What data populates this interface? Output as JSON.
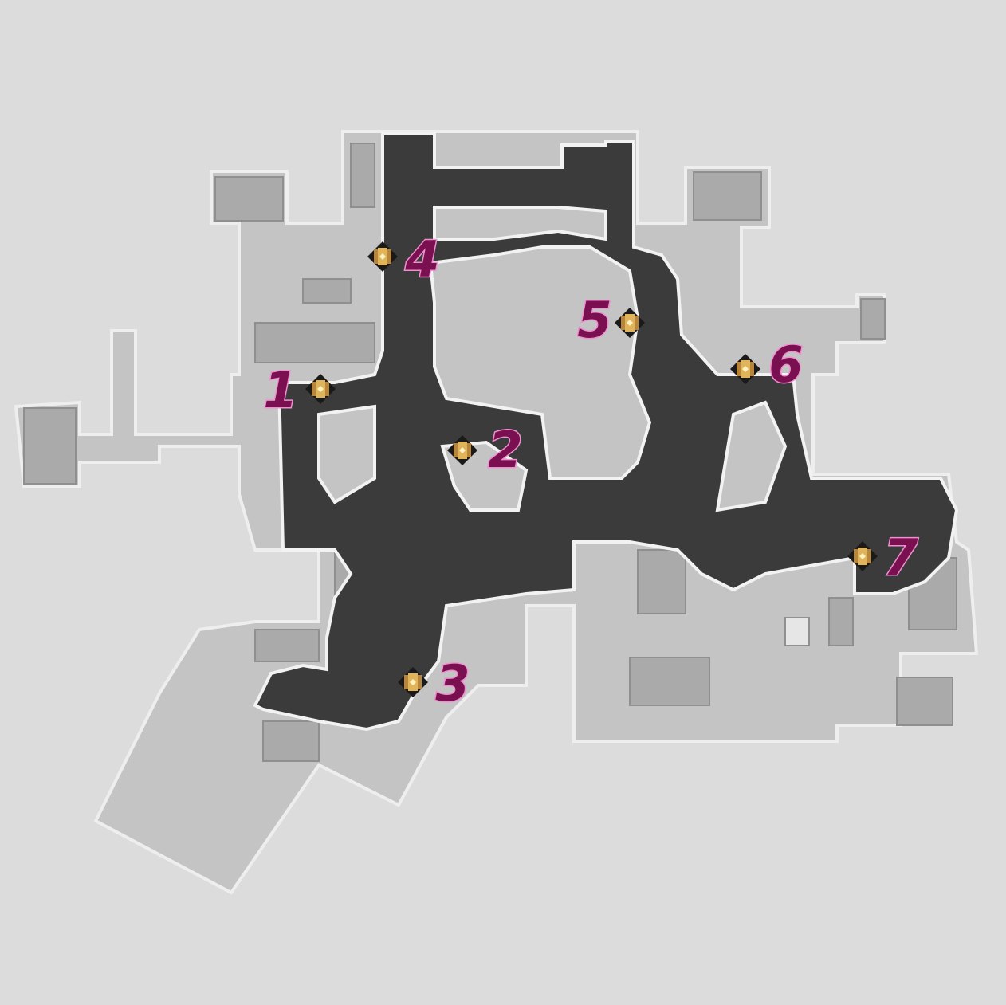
{
  "map": {
    "colors": {
      "background": "#dcdcdc",
      "building": "#c2c2c2",
      "building_outline": "#ececec",
      "path": "#3b3b3b",
      "room": "#a9a9a9",
      "label_fill": "#7a1050",
      "label_stroke": "#ee90d0"
    },
    "markers": [
      {
        "id": "1",
        "label": "1",
        "icon": "treasure-chest-icon"
      },
      {
        "id": "2",
        "label": "2",
        "icon": "treasure-chest-icon"
      },
      {
        "id": "3",
        "label": "3",
        "icon": "treasure-chest-icon"
      },
      {
        "id": "4",
        "label": "4",
        "icon": "treasure-chest-icon"
      },
      {
        "id": "5",
        "label": "5",
        "icon": "treasure-chest-icon"
      },
      {
        "id": "6",
        "label": "6",
        "icon": "treasure-chest-icon"
      },
      {
        "id": "7",
        "label": "7",
        "icon": "treasure-chest-icon"
      }
    ]
  }
}
